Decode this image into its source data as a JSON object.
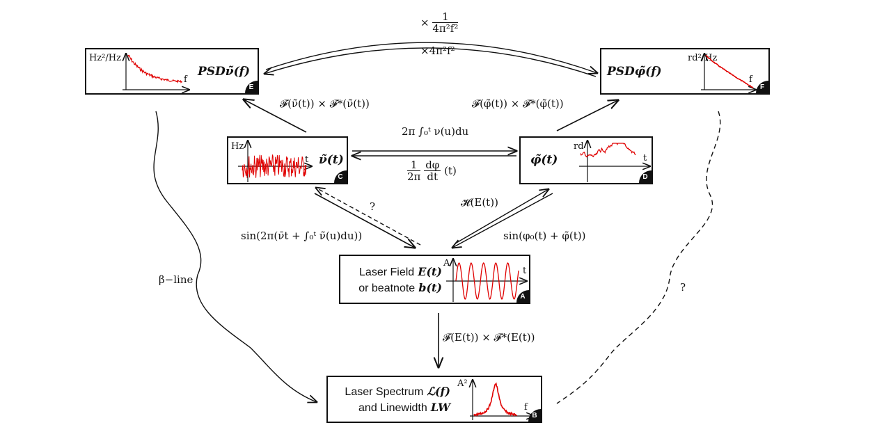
{
  "nodes": {
    "A": {
      "badge": "A",
      "line1": "Laser Field",
      "sym1": "E(t)",
      "line2": "or beatnote",
      "sym2": "b(t)",
      "axis_y": "A",
      "axis_x": "t"
    },
    "B": {
      "badge": "B",
      "line1": "Laser Spectrum",
      "sym1": "ℒ(f)",
      "line2": "and Linewidth",
      "sym2": "LW",
      "axis_y": "A²",
      "axis_x": "f"
    },
    "C": {
      "badge": "C",
      "symbol": "ν̃(t)",
      "axis_y": "Hz",
      "axis_x": "t"
    },
    "D": {
      "badge": "D",
      "symbol": "φ̃(t)",
      "axis_y": "rd",
      "axis_x": "t"
    },
    "E": {
      "badge": "E",
      "symbol": "PSDν̃(f)",
      "axis_y": "Hz²/Hz",
      "axis_x": "f"
    },
    "F": {
      "badge": "F",
      "symbol": "PSDφ̃(f)",
      "axis_y": "rd²/Hz",
      "axis_x": "f"
    }
  },
  "edges": {
    "top_num": "1",
    "top_times": "×",
    "top_den": "4π²f²",
    "top_bottom": "×4π²f²",
    "e_psd": "𝓕(ν̃(t)) × 𝓕*(ν̃(t))",
    "f_psd": "𝓕(φ̃(t)) × 𝓕*(φ̃(t))",
    "integral": "2π ∫₀ᵗ ν(u)du",
    "derivative_num": "1",
    "derivative_den": "2π",
    "derivative_frac_num": "dφ",
    "derivative_frac_den": "dt",
    "derivative_tail": "(t)",
    "question_c": "?",
    "hilbert": "𝓗(E(t))",
    "sin_left": "sin(2π(ν̄t + ∫₀ᵗ ν̃(u)du))",
    "sin_right": "sin(φ₀(t) + φ̃(t))",
    "spectrum": "𝓕(E(t)) × 𝓕*(E(t))",
    "beta_line": "β−line",
    "question_f": "?"
  },
  "colors": {
    "signal": "#e00000",
    "ink": "#111111"
  }
}
